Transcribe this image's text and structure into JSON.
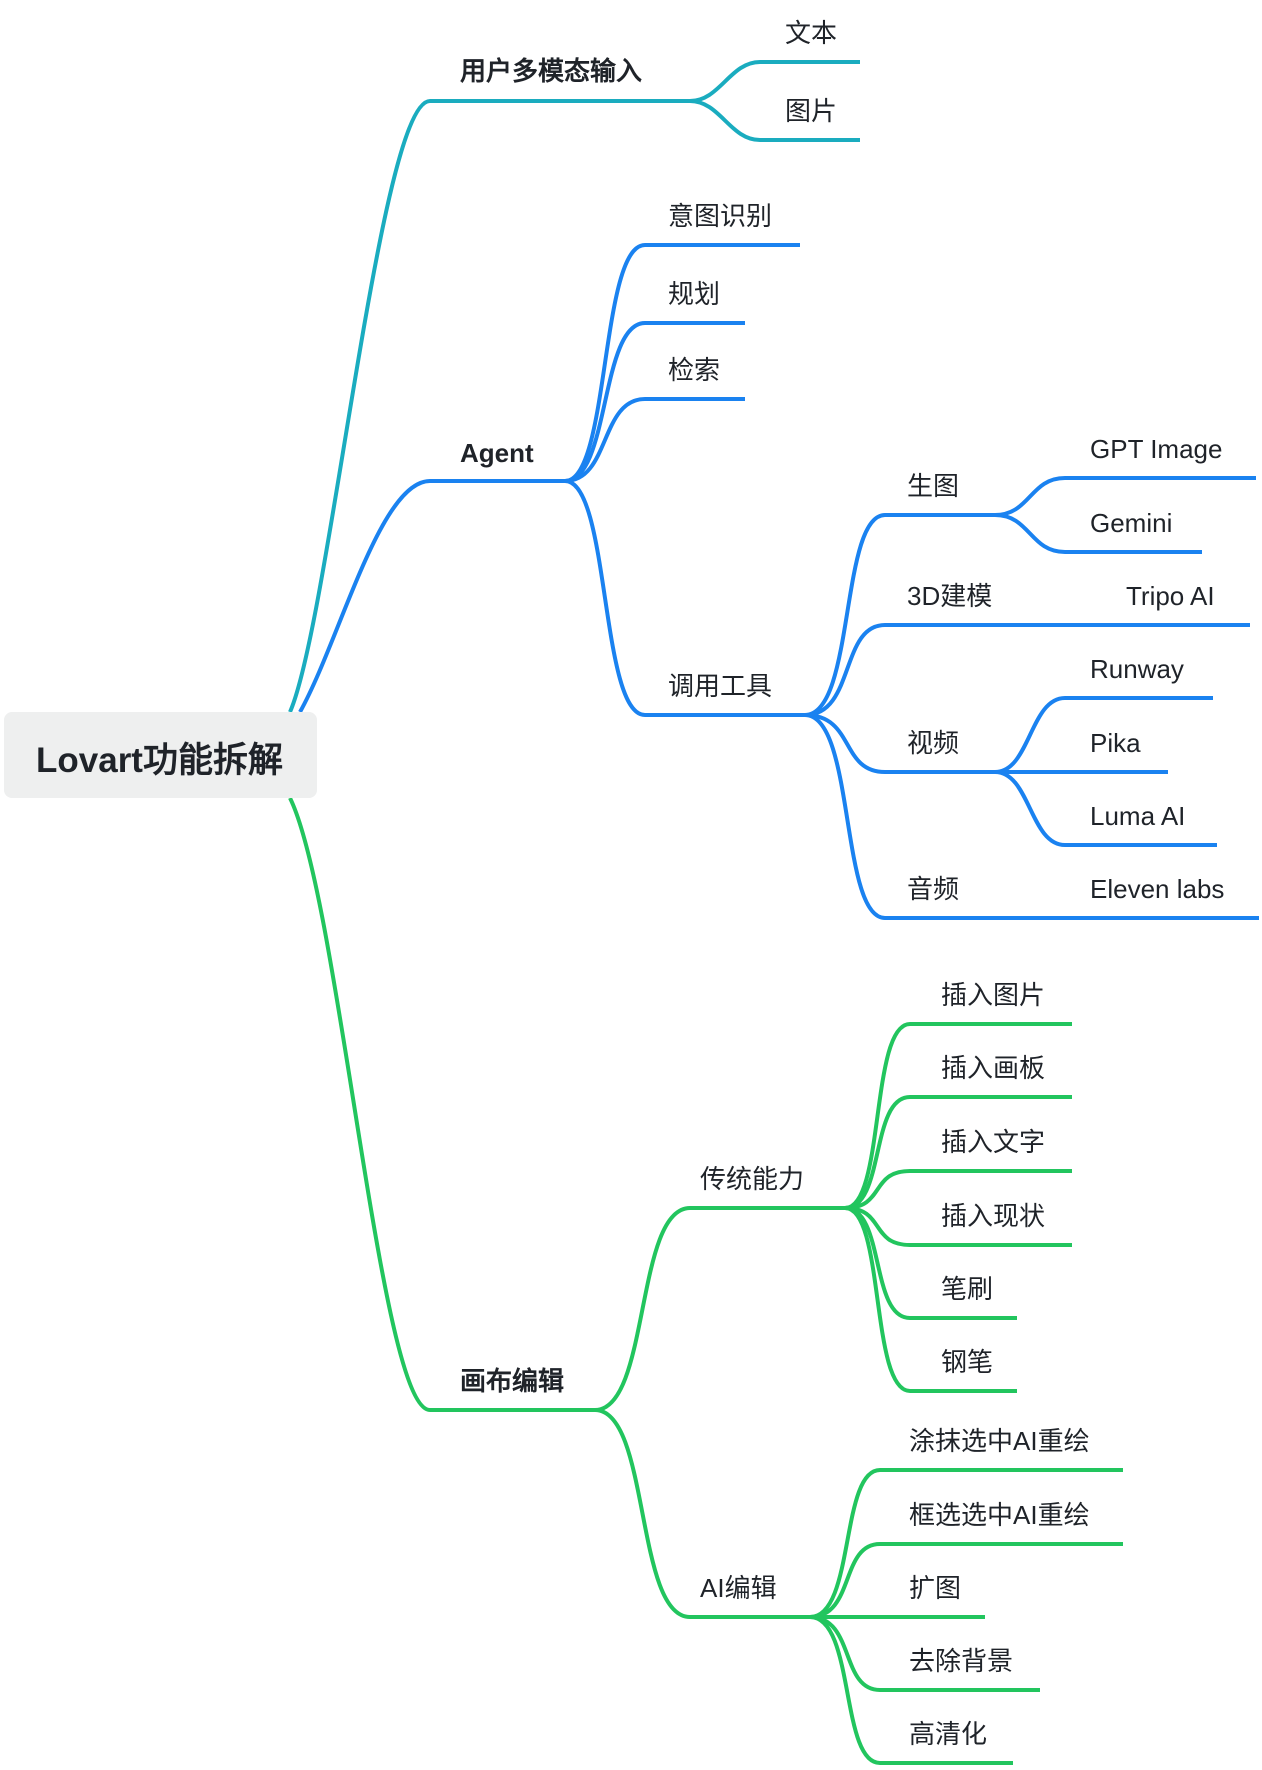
{
  "root": "Lovart功能拆解",
  "colors": {
    "teal": "#1aacbf",
    "blue": "#1a82f0",
    "green": "#22c55e",
    "text": "#1f2329",
    "root_bg": "#eeefef"
  },
  "branches": [
    {
      "label": "用户多模态输入",
      "children": [
        "文本",
        "图片"
      ]
    },
    {
      "label": "Agent",
      "children": [
        "意图识别",
        "规划",
        "检索",
        "调用工具"
      ],
      "tools": [
        {
          "label": "生图",
          "children": [
            "GPT Image",
            "Gemini"
          ]
        },
        {
          "label": "3D建模",
          "children": [
            "Tripo AI"
          ]
        },
        {
          "label": "视频",
          "children": [
            "Runway",
            "Pika",
            "Luma AI"
          ]
        },
        {
          "label": "音频",
          "children": [
            "Eleven labs"
          ]
        }
      ]
    },
    {
      "label": "画布编辑",
      "groups": [
        {
          "label": "传统能力",
          "children": [
            "插入图片",
            "插入画板",
            "插入文字",
            "插入现状",
            "笔刷",
            "钢笔"
          ]
        },
        {
          "label": "AI编辑",
          "children": [
            "涂抹选中AI重绘",
            "框选选中AI重绘",
            "扩图",
            "去除背景",
            "高清化"
          ]
        }
      ]
    }
  ]
}
